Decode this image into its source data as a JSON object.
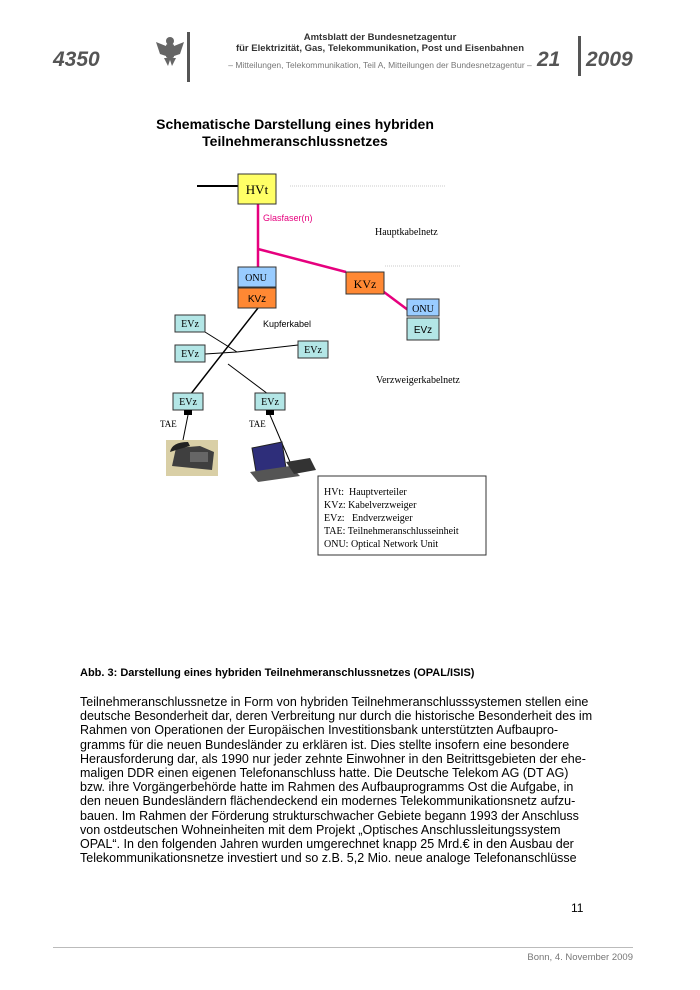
{
  "header": {
    "page_number": "4350",
    "line1": "Amtsblatt der Bundesnetzagentur",
    "line2": "für Elektrizität, Gas, Telekommunikation, Post und Eisenbahnen",
    "line3": "– Mitteilungen, Telekommunikation, Teil A, Mitteilungen der Bundesnetzagentur –",
    "issue": "21",
    "year": "2009"
  },
  "figure": {
    "title_line1": "Schematische Darstellung eines hybriden",
    "title_line2": "Teilnehmeranschlussnetzes",
    "hvt": "HVt",
    "glasfaser": "Glasfaser(n)",
    "hauptkabelnetz": "Hauptkabelnetz",
    "onu_left": "ONU",
    "kvz_left": "KVz",
    "kvz_center": "KVz",
    "onu_right": "ONU",
    "evz_right": "EVz",
    "kupferkabel": "Kupferkabel",
    "evz_a": "EVz",
    "evz_b": "EVz",
    "evz_c": "EVz",
    "evz_d": "EVz",
    "evz_e": "EVz",
    "tae_left": "TAE",
    "tae_right": "TAE",
    "verzweigerkabelnetz": "Verzweigerkabelnetz",
    "legend": [
      "HVt:  Hauptverteiler",
      "KVz: Kabelverzweiger",
      "EVz:   Endverzweiger",
      "TAE: Teilnehmeranschlusseinheit",
      "ONU: Optical Network Unit"
    ],
    "colors": {
      "hvt_fill": "#ffff66",
      "onu_fill": "#99ccff",
      "kvz_fill": "#ff8833",
      "evz_fill": "#b3e6e6",
      "fiber": "#e6007e"
    }
  },
  "caption": "Abb. 3: Darstellung eines hybriden Teilnehmeranschlussnetzes (OPAL/ISIS)",
  "body_lines": [
    "Teilnehmeranschlussnetze in Form von hybriden Teilnehmeranschlusssystemen stellen eine",
    "deutsche Besonderheit dar, deren Verbreitung nur durch die historische Besonderheit des im",
    "Rahmen von Operationen der Europäischen Investitionsbank unterstützten Aufbaupro-",
    "gramms für die neuen Bundesländer zu erklären ist. Dies stellte insofern eine besondere",
    "Herausforderung dar, als 1990 nur jeder zehnte Einwohner in den Beitrittsgebieten der ehe-",
    "maligen DDR einen eigenen Telefonanschluss hatte. Die Deutsche Telekom AG (DT AG)",
    "bzw. ihre Vorgängerbehörde hatte im Rahmen des Aufbauprogramms Ost die Aufgabe, in",
    "den neuen Bundesländern flächendeckend ein modernes Telekommunikationsnetz aufzu-",
    "bauen. Im Rahmen der Förderung strukturschwacher Gebiete begann 1993 der Anschluss",
    "von ostdeutschen Wohneinheiten mit dem Projekt „Optisches Anschlussleitungssystem",
    "OPAL“. In den folgenden Jahren wurden umgerechnet knapp 25 Mrd.€  in den Ausbau der",
    "Telekommunikationsnetze investiert und so z.B. 5,2 Mio. neue analoge Telefonanschlüsse"
  ],
  "page_footer_number": "11",
  "footer": "Bonn, 4. November 2009"
}
